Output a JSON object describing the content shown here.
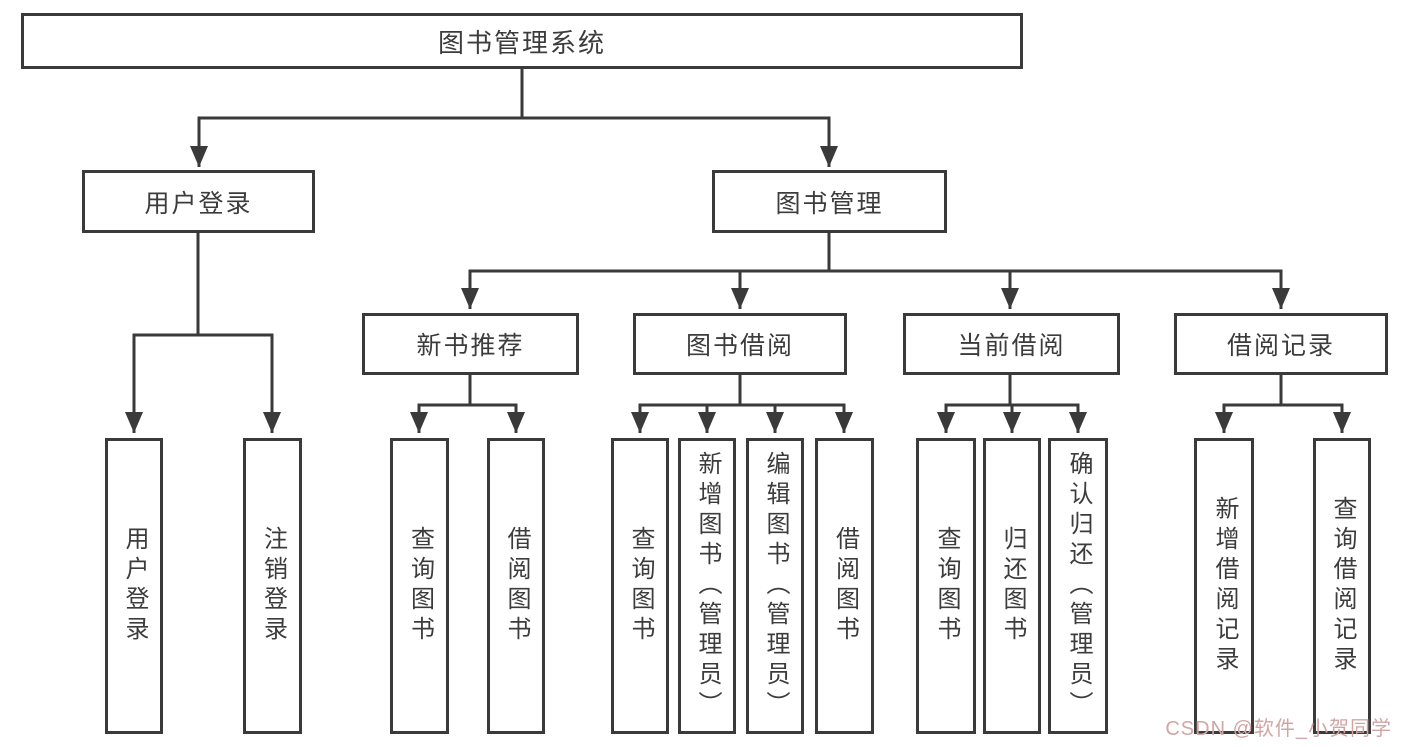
{
  "diagram": {
    "type": "hierarchy-tree",
    "root": {
      "label": "图书管理系统",
      "children": [
        {
          "label": "用户登录",
          "children": [
            {
              "label": "用户登录"
            },
            {
              "label": "注销登录"
            }
          ]
        },
        {
          "label": "图书管理",
          "children": [
            {
              "label": "新书推荐",
              "children": [
                {
                  "label": "查询图书"
                },
                {
                  "label": "借阅图书"
                }
              ]
            },
            {
              "label": "图书借阅",
              "children": [
                {
                  "label": "查询图书"
                },
                {
                  "label": "新增图书（管理员）"
                },
                {
                  "label": "编辑图书（管理员）"
                },
                {
                  "label": "借阅图书"
                }
              ]
            },
            {
              "label": "当前借阅",
              "children": [
                {
                  "label": "查询图书"
                },
                {
                  "label": "归还图书"
                },
                {
                  "label": "确认归还（管理员）"
                }
              ]
            },
            {
              "label": "借阅记录",
              "children": [
                {
                  "label": "新增借阅记录"
                },
                {
                  "label": "查询借阅记录"
                }
              ]
            }
          ]
        }
      ]
    }
  },
  "watermark": {
    "text": "CSDN @软件_小贺同学",
    "color": "#d2a5a5"
  },
  "colors": {
    "line": "#3a3a3a",
    "text": "#3c3c3c",
    "background": "#ffffff"
  }
}
